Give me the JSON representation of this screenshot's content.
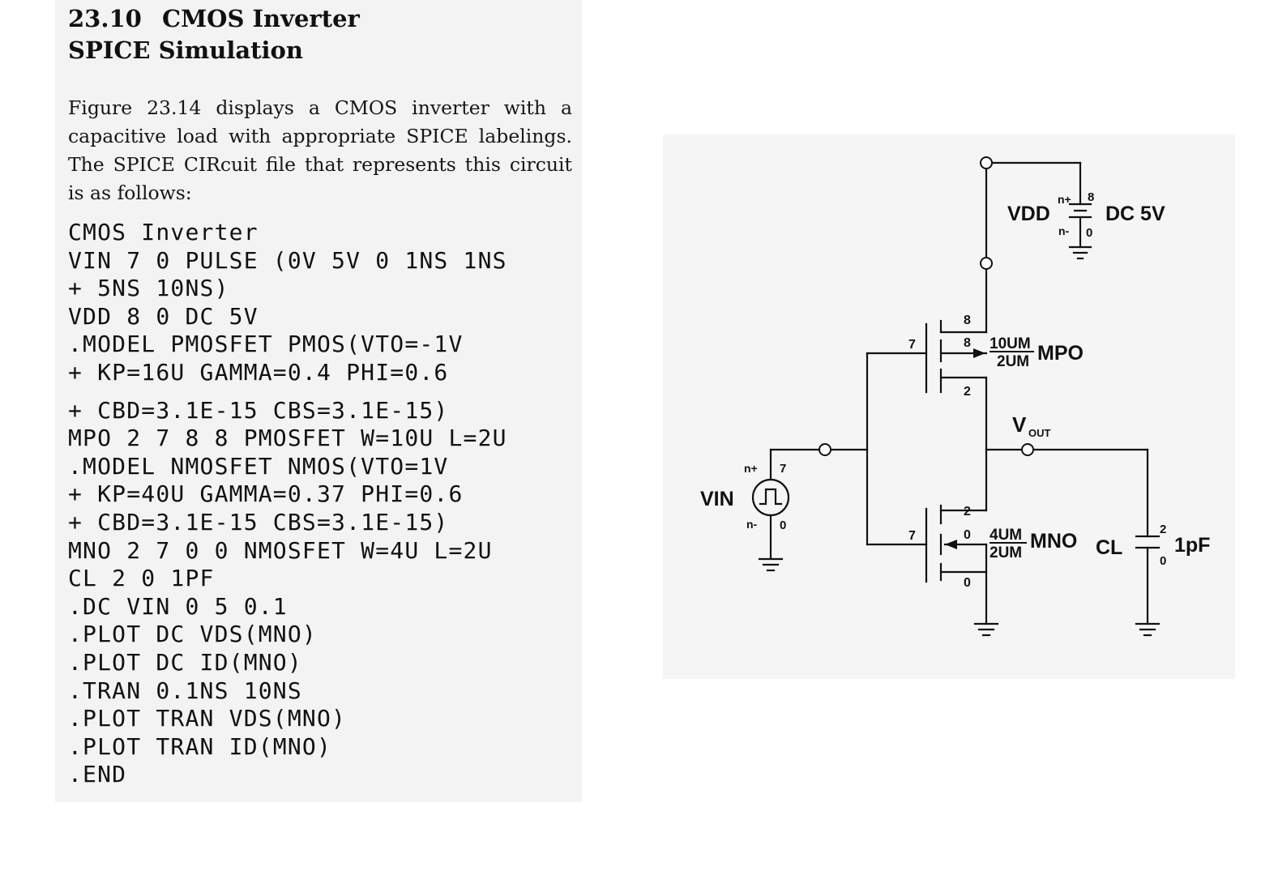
{
  "section": {
    "number": "23.10",
    "title_line1": "CMOS Inverter",
    "title_line2": "SPICE Simulation"
  },
  "paragraph": "Figure 23.14 displays a CMOS inverter with a capacitive load with appropriate SPICE labelings. The SPICE CIRcuit file that represents this circuit is as follows:",
  "code_lines": [
    "CMOS Inverter",
    "VIN 7 0 PULSE (0V 5V 0 1NS 1NS",
    "+ 5NS 10NS)",
    "VDD 8 0 DC 5V",
    ".MODEL PMOSFET PMOS(VTO=-1V",
    "+ KP=16U GAMMA=0.4 PHI=0.6",
    "+ CBD=3.1E-15 CBS=3.1E-15)",
    "MPO 2 7 8 8 PMOSFET W=10U L=2U",
    ".MODEL NMOSFET NMOS(VTO=1V",
    "+ KP=40U GAMMA=0.37 PHI=0.6",
    "+ CBD=3.1E-15 CBS=3.1E-15)",
    "MNO 2 7 0 0 NMOSFET W=4U L=2U",
    "CL 2 0 1PF",
    ".DC VIN 0 5 0.1",
    ".PLOT DC VDS(MNO)",
    ".PLOT DC ID(MNO)",
    ".TRAN 0.1NS 10NS",
    ".PLOT TRAN VDS(MNO)",
    ".PLOT TRAN ID(MNO)",
    ".END"
  ],
  "schematic": {
    "vdd": {
      "name": "VDD",
      "value": "DC 5V",
      "pos_label": "n+",
      "neg_label": "n-",
      "pos_node": "8",
      "neg_node": "0"
    },
    "vin": {
      "name": "VIN",
      "pos_label": "n+",
      "neg_label": "n-",
      "pos_node": "7",
      "neg_node": "0"
    },
    "pmos": {
      "name": "MPO",
      "width": "10UM",
      "length": "2UM",
      "gate_node": "7",
      "source_node": "8",
      "body_node": "8",
      "drain_node": "2"
    },
    "nmos": {
      "name": "MNO",
      "width": "4UM",
      "length": "2UM",
      "gate_node": "7",
      "drain_node": "2",
      "body_node": "0",
      "source_node": "0"
    },
    "output": {
      "label_main": "V",
      "label_sub": "OUT"
    },
    "cap": {
      "name": "CL",
      "value": "1pF",
      "top_node": "2",
      "bottom_node": "0"
    }
  }
}
